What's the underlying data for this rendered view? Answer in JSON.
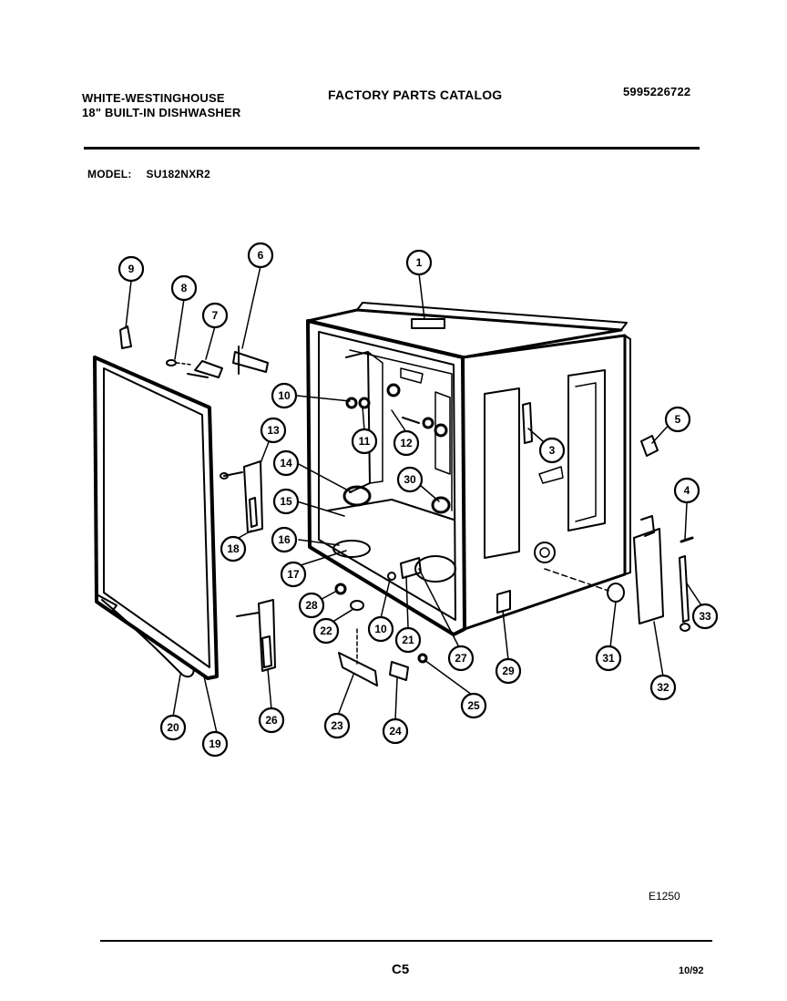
{
  "header": {
    "brand_line1": "WHITE-WESTINGHOUSE",
    "brand_line2": "18\" BUILT-IN DISHWASHER",
    "catalog_title": "FACTORY PARTS CATALOG",
    "catalog_number": "5995226722",
    "model_label": "MODEL:",
    "model_value": "SU182NXR2"
  },
  "footer": {
    "figure_code": "E1250",
    "page": "C5",
    "date": "10/92"
  },
  "callouts": [
    "1",
    "3",
    "4",
    "5",
    "6",
    "7",
    "8",
    "9",
    "10",
    "10",
    "11",
    "12",
    "13",
    "14",
    "15",
    "16",
    "17",
    "18",
    "19",
    "20",
    "21",
    "22",
    "23",
    "24",
    "25",
    "26",
    "27",
    "28",
    "29",
    "30",
    "31",
    "32",
    "33"
  ]
}
